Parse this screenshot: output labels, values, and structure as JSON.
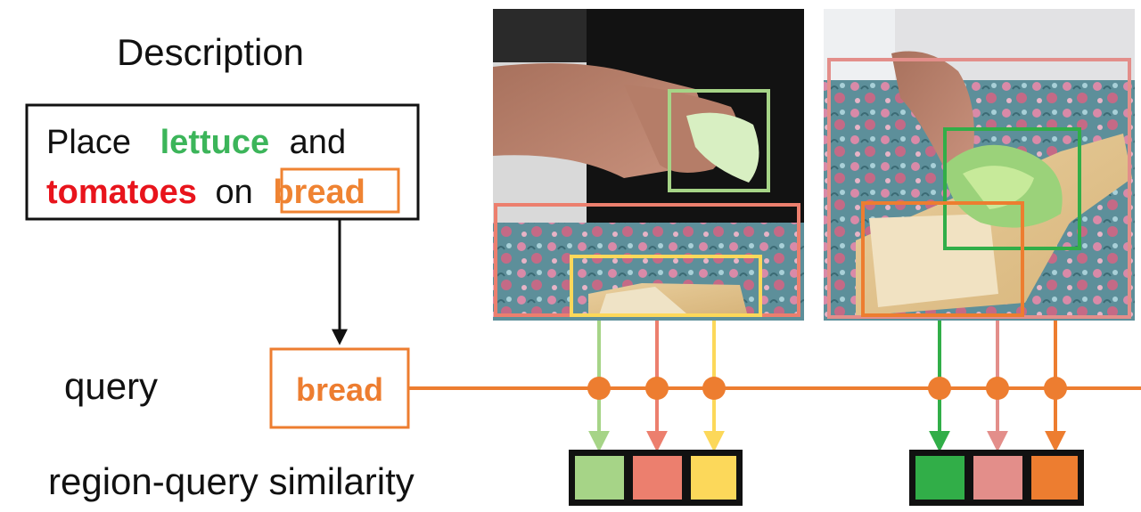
{
  "title": "Description",
  "description_box": {
    "word1": "Place",
    "word2": "lettuce",
    "word3": "and",
    "word4": "tomatoes",
    "word5": "on",
    "word6": "bread"
  },
  "query_label": "query",
  "query_word": "bread",
  "similarity_label": "region-query similarity",
  "colors": {
    "lettuce": "#3cb55a",
    "tomatoes": "#e8141c",
    "bread": "#ef8332",
    "light_green": "#a6d487",
    "salmon": "#ec7f6e",
    "yellow": "#fcd85a",
    "green": "#31ae48",
    "pink": "#e38e8a",
    "orange": "#ed7d30"
  }
}
